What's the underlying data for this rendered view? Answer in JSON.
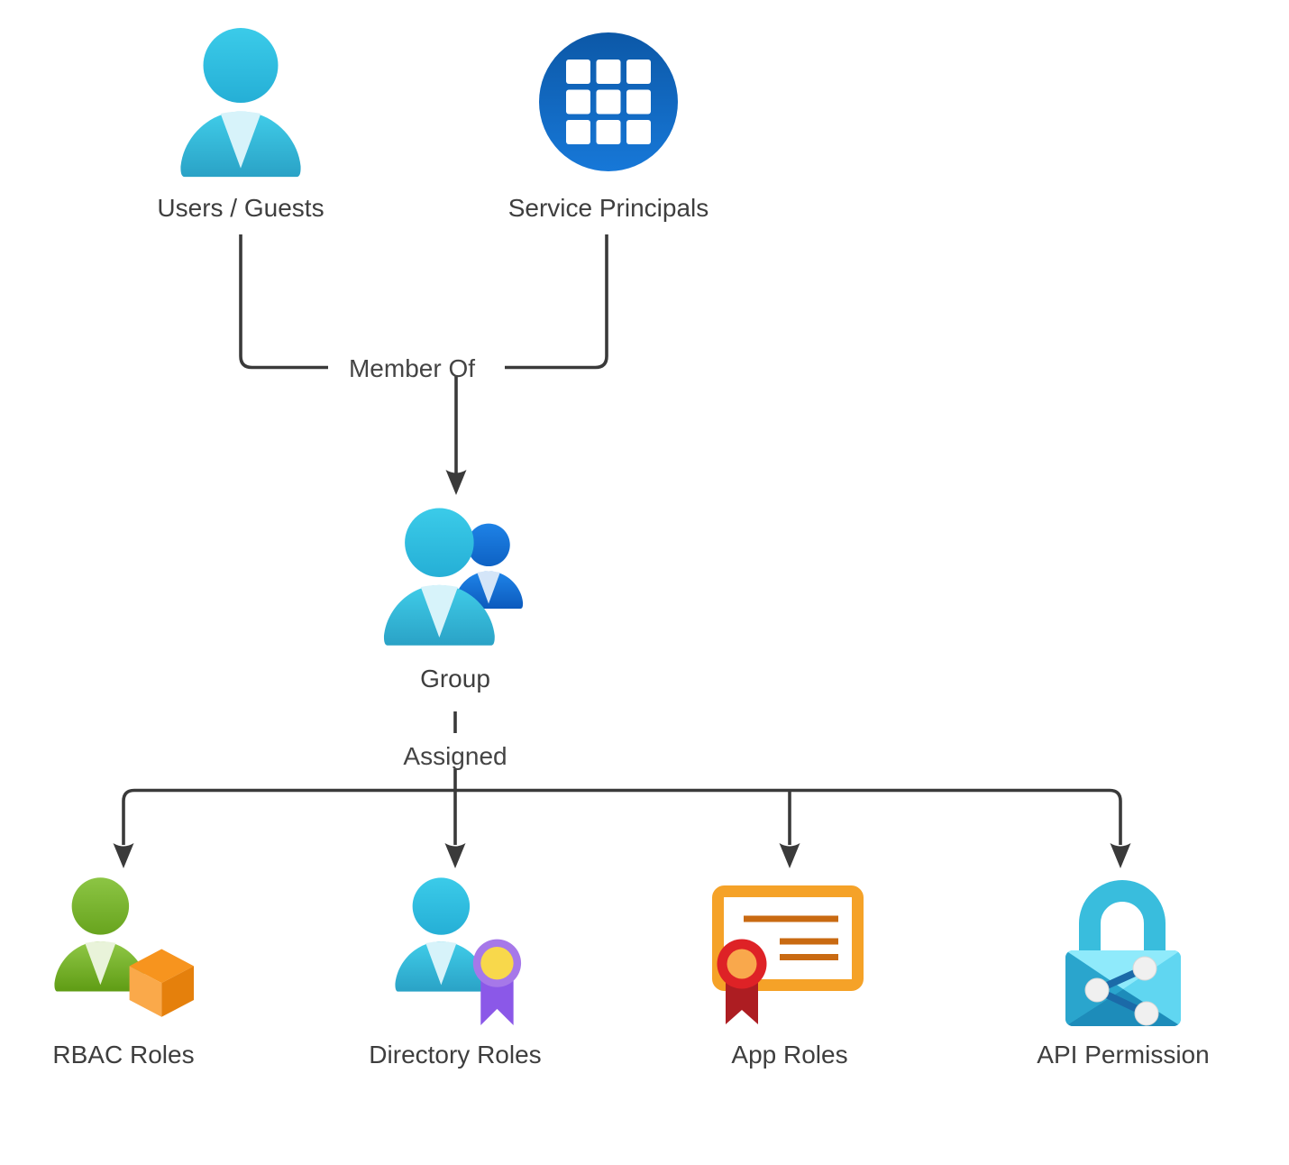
{
  "diagram": {
    "nodes": {
      "users_guests": {
        "label": "Users / Guests",
        "icon": "user-icon"
      },
      "service_principals": {
        "label": "Service Principals",
        "icon": "app-grid-icon"
      },
      "group": {
        "label": "Group",
        "icon": "group-icon"
      },
      "rbac_roles": {
        "label": "RBAC Roles",
        "icon": "user-cube-icon"
      },
      "directory_roles": {
        "label": "Directory Roles",
        "icon": "user-medal-icon"
      },
      "app_roles": {
        "label": "App Roles",
        "icon": "certificate-icon"
      },
      "api_permission": {
        "label": "API Permission",
        "icon": "lock-share-icon"
      }
    },
    "edges": {
      "member_of": {
        "label": "Member Of"
      },
      "assigned": {
        "label": "Assigned"
      }
    },
    "colors": {
      "person_cyan": "#2ebfe2",
      "person_cyan_neck": "#d7f3fa",
      "person_green": "#7cb92f",
      "person_green_neck": "#e9f3da",
      "person_blue": "#1272d8",
      "person_blue_neck": "#d4e5f8",
      "principal_blue": "#1068bf",
      "cube_orange": "#f7941e",
      "medal_purple": "#a678e9",
      "medal_ribbon_purple": "#8b58e8",
      "medal_gold": "#f8d84b",
      "certificate_orange": "#f5a228",
      "certificate_lines": "#c96a12",
      "seal_red": "#de2226",
      "seal_center_orange": "#f9a84c",
      "seal_ribbon_red": "#ad1d22",
      "lock_cyan": "#45c6e6",
      "lock_link_blue": "#1b6aa8",
      "connector_line": "#3a3a3a",
      "label_text": "#3e3e3e",
      "background": "#ffffff"
    }
  }
}
